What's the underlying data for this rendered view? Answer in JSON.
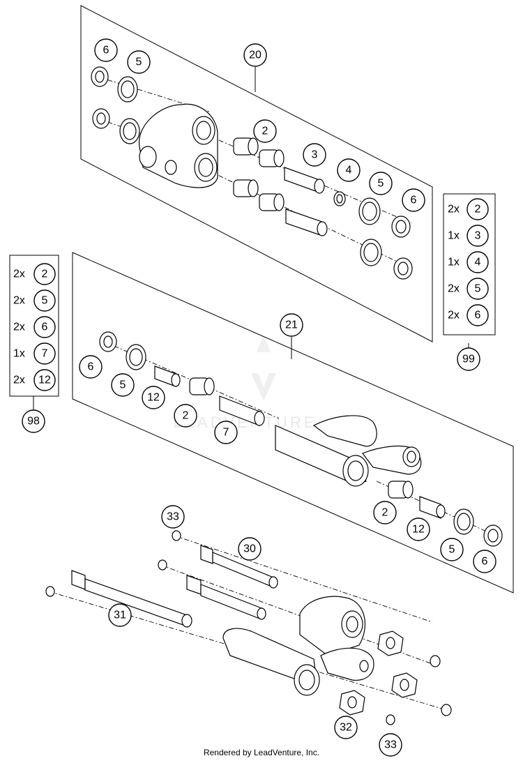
{
  "diagram": {
    "footer": "Rendered by LeadVenture, Inc.",
    "watermark": "LEADVENTURE",
    "assemblies": [
      {
        "id": "20"
      },
      {
        "id": "21"
      }
    ],
    "kits": [
      {
        "id": "99",
        "items": [
          {
            "qty": "2x",
            "part": "2"
          },
          {
            "qty": "1x",
            "part": "3"
          },
          {
            "qty": "1x",
            "part": "4"
          },
          {
            "qty": "2x",
            "part": "5"
          },
          {
            "qty": "2x",
            "part": "6"
          }
        ]
      },
      {
        "id": "98",
        "items": [
          {
            "qty": "2x",
            "part": "2"
          },
          {
            "qty": "2x",
            "part": "5"
          },
          {
            "qty": "2x",
            "part": "6"
          },
          {
            "qty": "1x",
            "part": "7"
          },
          {
            "qty": "2x",
            "part": "12"
          }
        ]
      }
    ],
    "callouts": {
      "a20": "20",
      "a21": "21",
      "p6a": "6",
      "p5a": "5",
      "p2a": "2",
      "p3a": "3",
      "p4a": "4",
      "p5b": "5",
      "p6b": "6",
      "p6c": "6",
      "p5c": "5",
      "p12a": "12",
      "p2b": "2",
      "p7a": "7",
      "p2c": "2",
      "p12b": "12",
      "p5d": "5",
      "p6d": "6",
      "p33a": "33",
      "p30": "30",
      "p31": "31",
      "p32": "32",
      "p33b": "33"
    }
  }
}
